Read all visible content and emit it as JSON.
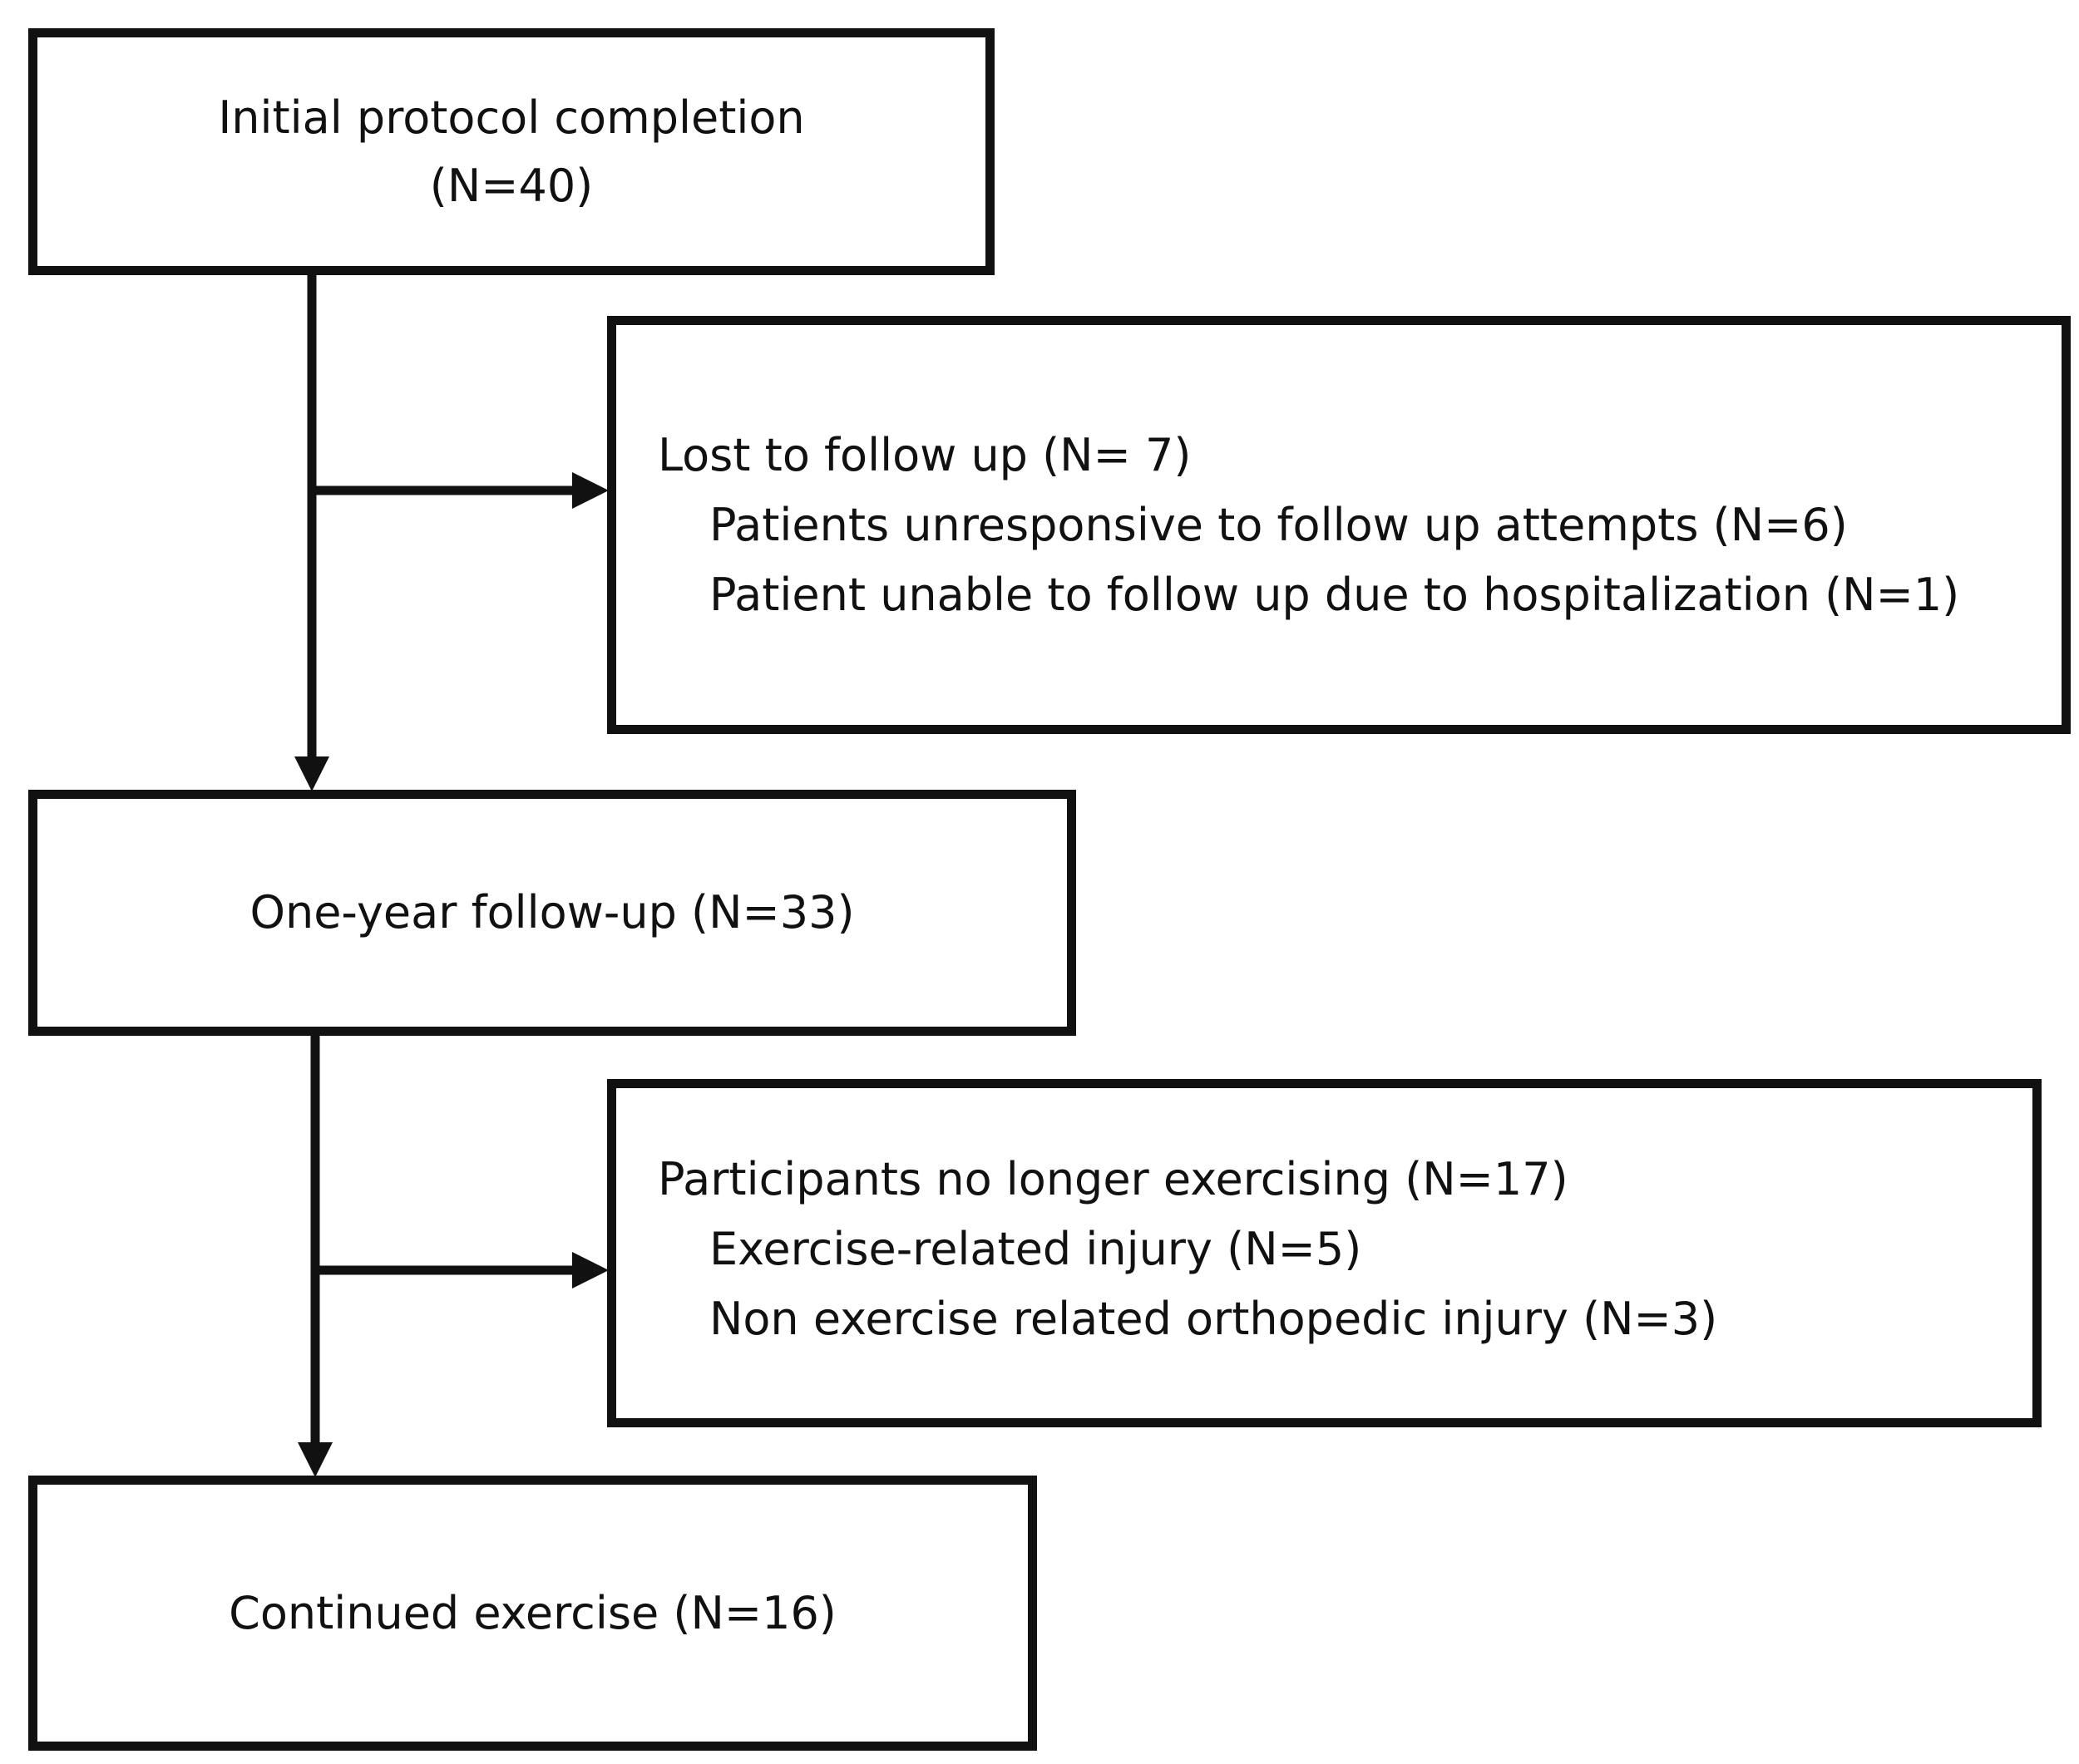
{
  "flowchart": {
    "initial": {
      "line1": "Initial protocol completion",
      "line2": "(N=40)"
    },
    "lost": {
      "title": "Lost to follow up (N= 7)",
      "items": [
        "Patients unresponsive to follow up attempts (N=6)",
        "Patient unable to follow up due to hospitalization (N=1)"
      ]
    },
    "one_year": {
      "label": "One-year follow-up (N=33)"
    },
    "no_longer": {
      "title": "Participants no longer exercising (N=17)",
      "items": [
        "Exercise-related injury (N=5)",
        "Non exercise related orthopedic injury (N=3)"
      ]
    },
    "continued": {
      "label": "Continued exercise (N=16)"
    },
    "colors": {
      "stroke": "#111111",
      "background": "#ffffff"
    }
  }
}
